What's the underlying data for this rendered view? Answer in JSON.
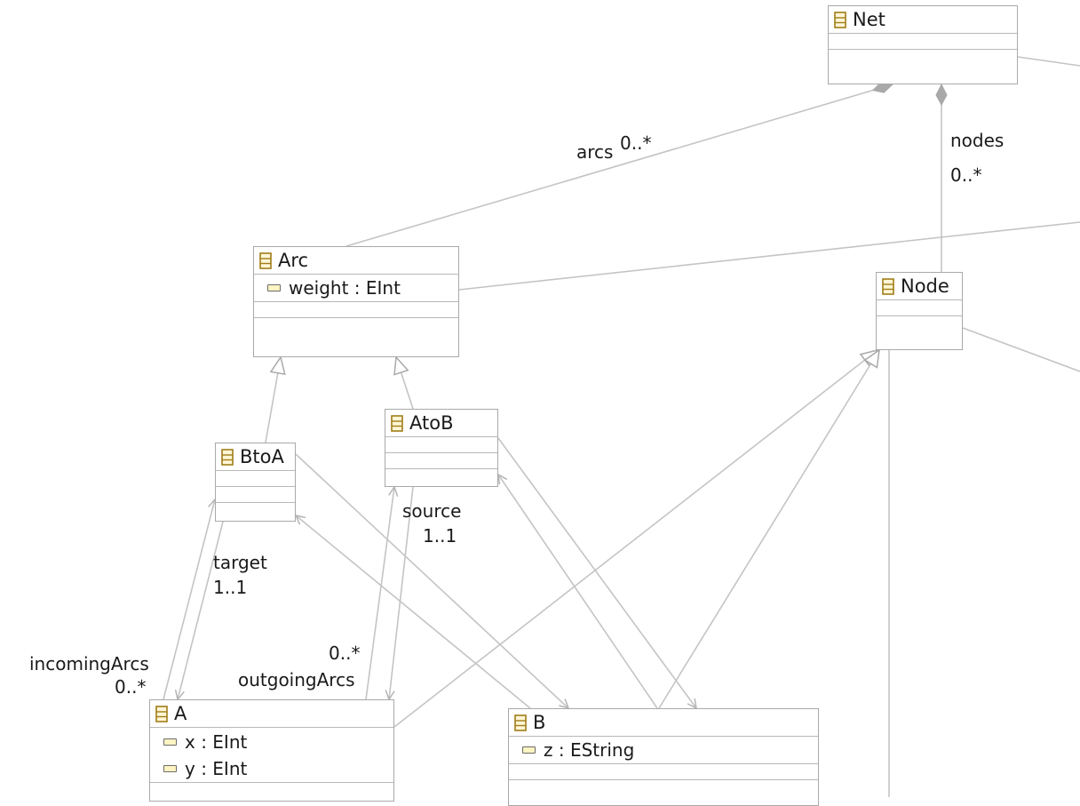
{
  "classes": {
    "net": {
      "name": "Net"
    },
    "arc": {
      "name": "Arc",
      "attrs": [
        "weight : EInt"
      ]
    },
    "node": {
      "name": "Node"
    },
    "btoa": {
      "name": "BtoA"
    },
    "atob": {
      "name": "AtoB"
    },
    "a": {
      "name": "A",
      "attrs": [
        "x : EInt",
        "y : EInt"
      ]
    },
    "b": {
      "name": "B",
      "attrs": [
        "z : EString"
      ]
    }
  },
  "labels": {
    "arcs_role": "arcs",
    "arcs_mult": "0..*",
    "nodes_role": "nodes",
    "nodes_mult": "0..*",
    "source_role": "source",
    "source_mult": "1..1",
    "target_role": "target",
    "target_mult": "1..1",
    "incoming_role": "incomingArcs",
    "incoming_mult": "0..*",
    "outgoing_mult": "0..*",
    "outgoing_role": "outgoingArcs"
  },
  "colors": {
    "edge": "#c4c4c4",
    "border": "#a9a9a9",
    "class_icon": "#a07d18",
    "attribute_icon_fill": "#fff4c2"
  },
  "icons": {
    "class": "eclass-icon",
    "attribute": "eattribute-icon"
  }
}
